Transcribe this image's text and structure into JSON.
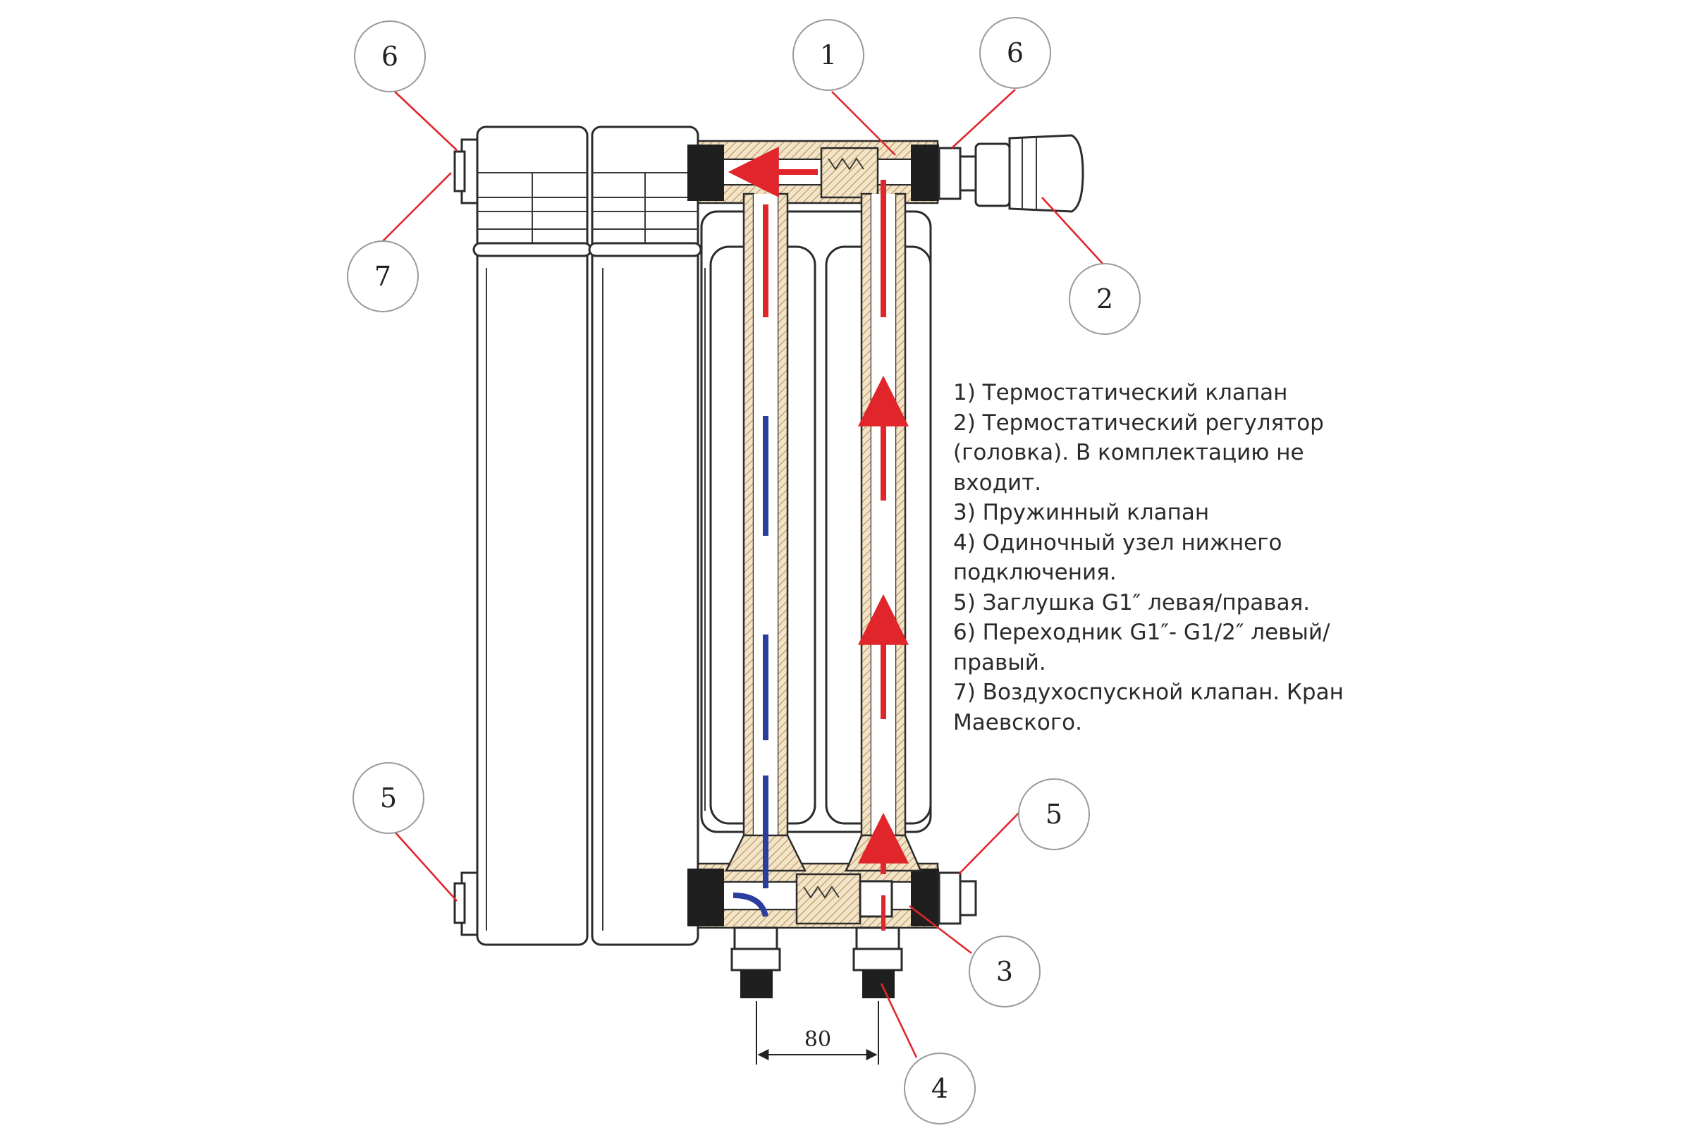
{
  "callouts": {
    "c1": "1",
    "c2": "2",
    "c3": "3",
    "c4": "4",
    "c5_left": "5",
    "c5_right": "5",
    "c6_left": "6",
    "c6_right": "6",
    "c7": "7"
  },
  "dimension": {
    "spacing": "80"
  },
  "legend": [
    "1) Термостатический клапан",
    "2) Термостатический регулятор (головка). В комплектацию не входит.",
    "3) Пружинный клапан",
    "4) Одиночный узел нижнего подключения.",
    "5) Заглушка G1″ левая/правая.",
    "6) Переходник G1″- G1/2″ левый/ правый.",
    "7) Воздухоспускной клапан. Кран Маевского."
  ],
  "colors": {
    "hot_flow": "#e0262b",
    "cold_flow": "#2b3d9e",
    "leader": "#e0262b"
  }
}
